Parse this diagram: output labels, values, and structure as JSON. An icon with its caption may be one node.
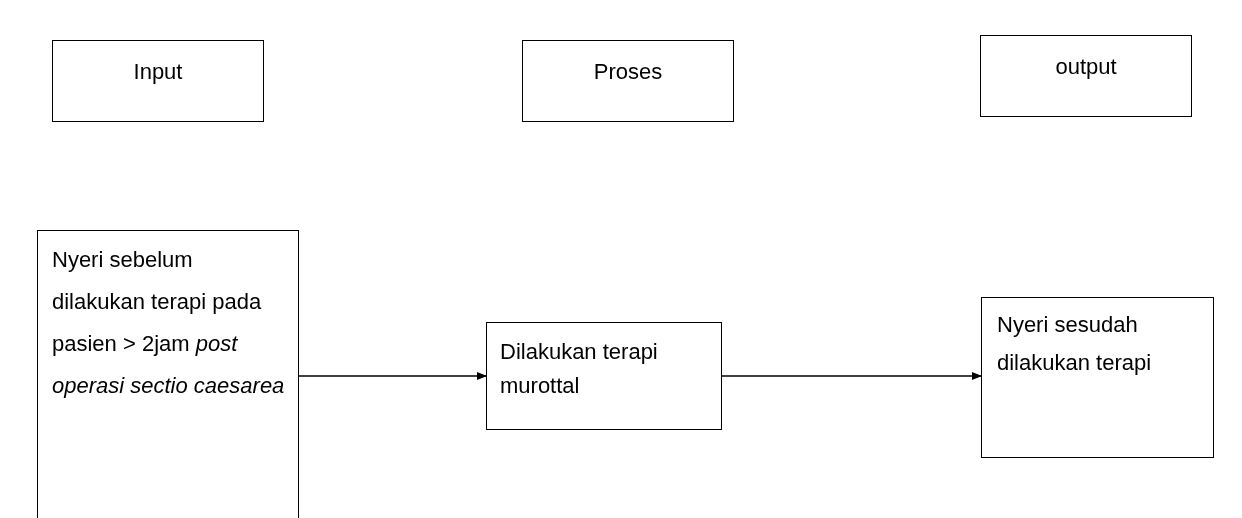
{
  "diagram": {
    "nodes": [
      {
        "text": [
          "Input"
        ]
      },
      {
        "text": [
          "Proses"
        ]
      },
      {
        "text": [
          "output"
        ]
      },
      {
        "text": [
          "Nyeri sebelum dilakukan terapi pada pasien > 2jam *post operasi sectio caesarea*"
        ]
      },
      {
        "text": [
          "Dilakukan terapi murottal"
        ]
      },
      {
        "text": [
          "Nyeri sesudah dilakukan terapi"
        ]
      }
    ],
    "edges": [
      {
        "from": 3,
        "to": 4,
        "arrow": "to"
      },
      {
        "from": 4,
        "to": 5,
        "arrow": "to"
      }
    ]
  }
}
